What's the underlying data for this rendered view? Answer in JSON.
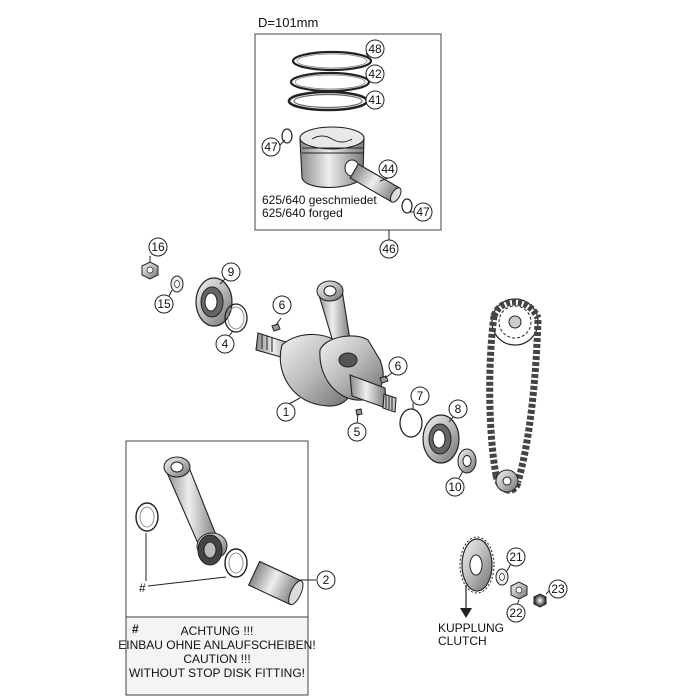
{
  "piston_box": {
    "title": "D=101mm",
    "note_line1": "625/640  geschmiedet",
    "note_line2": "625/640  forged"
  },
  "conrod_box": {
    "note_symbol": "#",
    "note_lines": [
      "ACHTUNG !!!",
      "EINBAU OHNE ANLAUFSCHEIBEN!",
      "CAUTION !!!",
      "WITHOUT STOP DISK FITTING!"
    ]
  },
  "callout_symbol": "#",
  "clutch_label": {
    "german": "KUPPLUNG",
    "english": "CLUTCH"
  },
  "callouts": {
    "c48": "48",
    "c42": "42",
    "c41": "41",
    "c47a": "47",
    "c44": "44",
    "c47b": "47",
    "c46": "46",
    "c16": "16",
    "c9": "9",
    "c15": "15",
    "c4": "4",
    "c6a": "6",
    "c1": "1",
    "c6b": "6",
    "c5": "5",
    "c7": "7",
    "c8": "8",
    "c10": "10",
    "c2": "2",
    "c21": "21",
    "c22": "22",
    "c23": "23"
  }
}
